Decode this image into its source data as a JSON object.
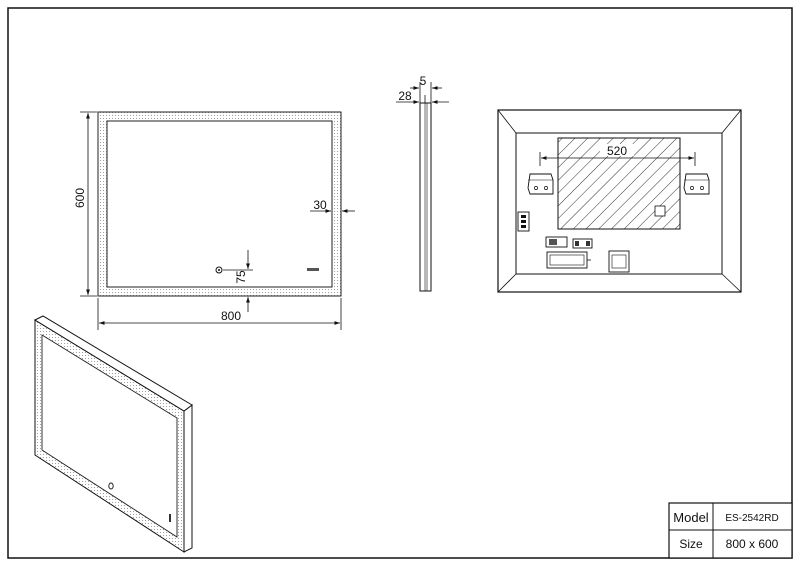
{
  "front_view": {
    "height_dim": "600",
    "width_dim": "800",
    "border_dim": "30",
    "switch_offset_dim": "75"
  },
  "side_view": {
    "thickness_dim": "28",
    "glass_dim": "5"
  },
  "back_view": {
    "bracket_spacing_dim": "520"
  },
  "title_block": {
    "model_label": "Model",
    "model_value": "ES-2542RD",
    "size_label": "Size",
    "size_value": "800 x 600"
  }
}
